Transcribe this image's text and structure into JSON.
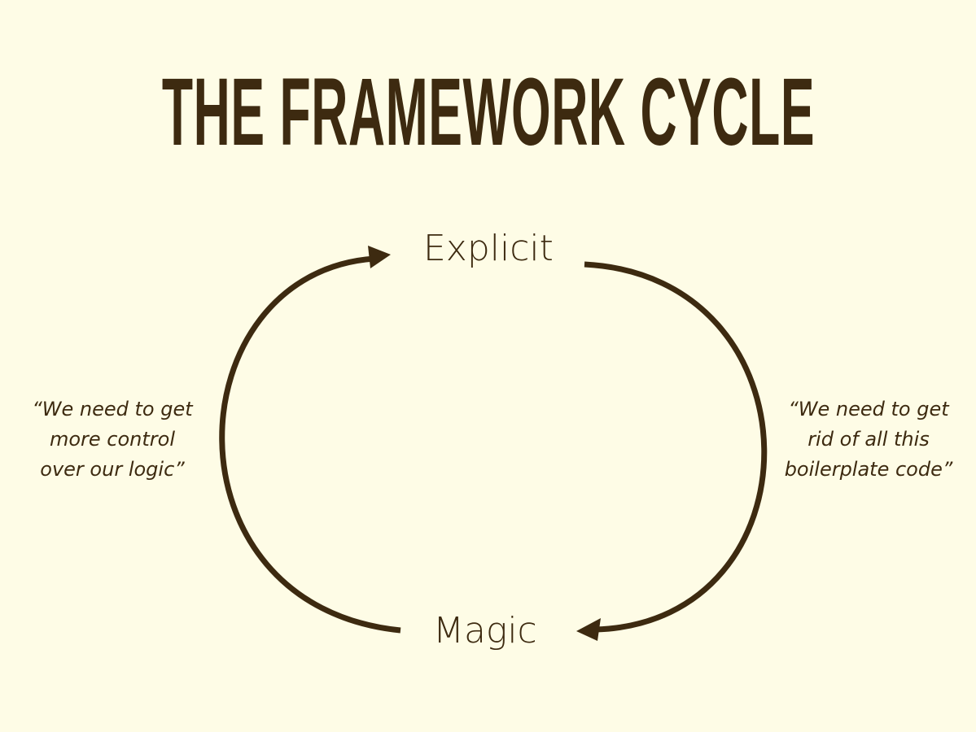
{
  "title": "THE FRAMEWORK CYCLE",
  "nodes": {
    "top": "Explicit",
    "bottom": "Magic"
  },
  "quotes": {
    "left": [
      "“We need to get",
      "more control",
      "over our logic”"
    ],
    "right": [
      "“We need to get",
      "rid of all this",
      "boilerplate code”"
    ]
  },
  "colors": {
    "background": "#fefce6",
    "ink": "#3d2a10"
  }
}
